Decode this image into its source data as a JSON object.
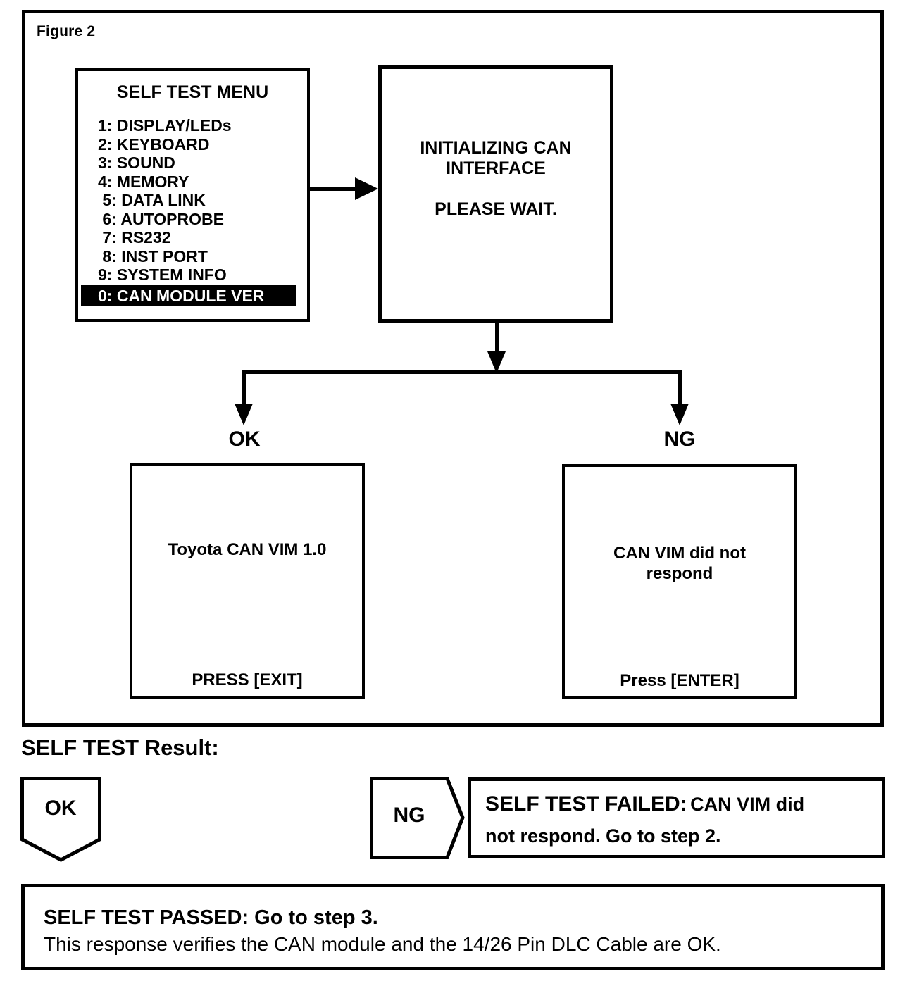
{
  "figure": {
    "label": "Figure 2"
  },
  "menu": {
    "title": "SELF TEST MENU",
    "items": [
      "1: DISPLAY/LEDs",
      "2: KEYBOARD",
      "3: SOUND",
      "4: MEMORY",
      " 5: DATA LINK",
      " 6: AUTOPROBE",
      " 7: RS232",
      " 8: INST PORT",
      "9: SYSTEM INFO",
      "0: CAN MODULE VER"
    ]
  },
  "init_screen": {
    "heading_line1": "INITIALIZING CAN",
    "heading_line2": "INTERFACE",
    "wait_text": "PLEASE WAIT."
  },
  "branches": {
    "ok_label": "OK",
    "ng_label": "NG"
  },
  "ok_screen": {
    "message": "Toyota CAN VIM 1.0",
    "action": "PRESS [EXIT]"
  },
  "ng_screen": {
    "message_line1": "CAN VIM did not",
    "message_line2": "respond",
    "action": "Press [ENTER]"
  },
  "result": {
    "heading": "SELF TEST Result:",
    "ok_tag": "OK",
    "ng_tag": "NG",
    "failed": {
      "title": "SELF TEST FAILED:",
      "text_line1": "CAN VIM did",
      "text_line2": "not respond. Go to step 2."
    },
    "passed": {
      "title": "SELF TEST PASSED: Go to step 3.",
      "text": "This response verifies the CAN module and the 14/26 Pin DLC Cable are OK."
    }
  },
  "colors": {
    "ink": "#000000",
    "paper": "#ffffff",
    "highlight_bg": "#000000",
    "highlight_fg": "#ffffff"
  }
}
